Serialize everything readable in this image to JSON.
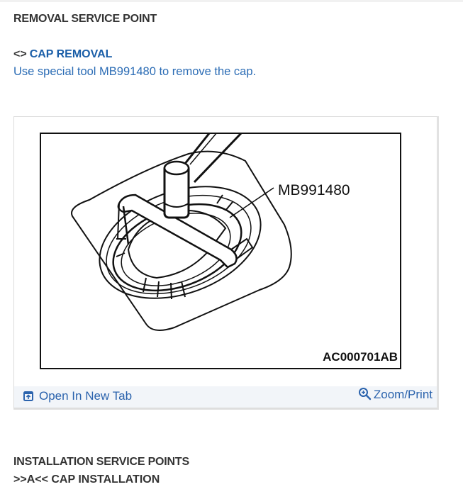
{
  "removal": {
    "heading": "REMOVAL SERVICE POINT",
    "step_marker": "<>",
    "step_title": "CAP REMOVAL",
    "instruction": "Use special tool MB991480 to remove the cap."
  },
  "figure": {
    "callout_label": "MB991480",
    "figure_id": "AC000701AB",
    "toolbar": {
      "open_label": "Open In New Tab",
      "open_icon": "open-in-new-tab-icon",
      "zoom_label": "Zoom/Print",
      "zoom_icon": "zoom-in-icon"
    }
  },
  "installation": {
    "heading": "INSTALLATION SERVICE POINTS",
    "step_title": ">>A<< CAP INSTALLATION"
  },
  "colors": {
    "heading_text": "#333333",
    "link_blue": "#2b6cb5",
    "step_blue": "#1a5ea8",
    "toolbar_bg": "#f2f5f9"
  }
}
